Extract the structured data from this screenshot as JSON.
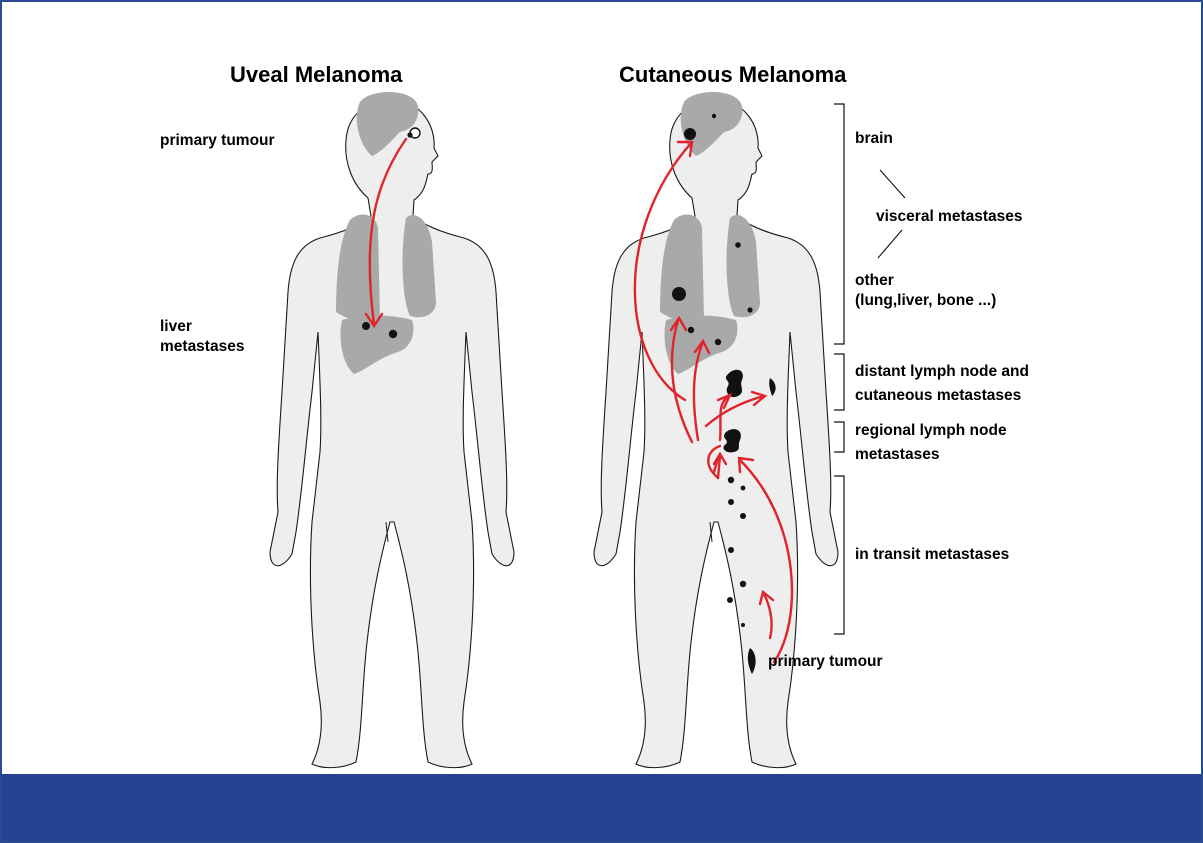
{
  "titles": {
    "uveal": "Uveal Melanoma",
    "cutaneous": "Cutaneous Melanoma"
  },
  "uveal_labels": {
    "primary": "primary tumour",
    "liver_line1": "liver",
    "liver_line2": "metastases"
  },
  "cutaneous_labels": {
    "brain": "brain",
    "visceral": "visceral metastases",
    "other_line1": "other",
    "other_line2": "(lung,liver, bone ...)",
    "distant_line1": "distant lymph node and",
    "distant_line2": "cutaneous metastases",
    "regional_line1": "regional lymph node",
    "regional_line2": "metastases",
    "in_transit": "in transit metastases",
    "primary": "primary tumour"
  },
  "colors": {
    "arrow": "#e1242b",
    "body_fill": "#eeeeee",
    "organ_fill": "#a9a9a9",
    "border_band": "#25418f"
  }
}
